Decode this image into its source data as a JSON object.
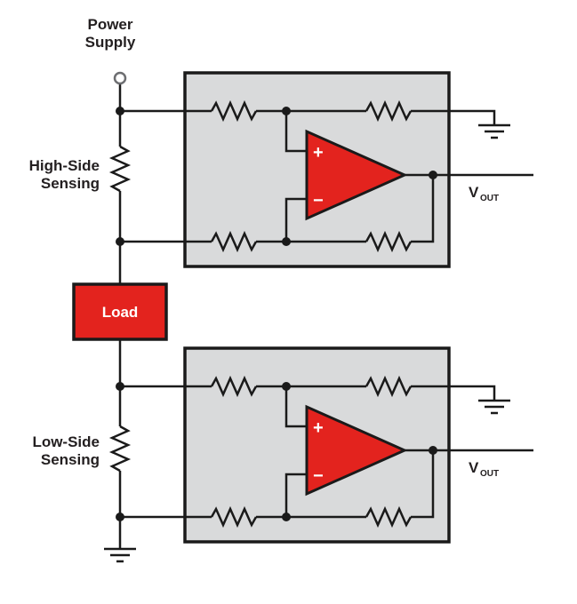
{
  "labels": {
    "power_supply": [
      "Power",
      "Supply"
    ],
    "high_side": [
      "High-Side",
      "Sensing"
    ],
    "low_side": [
      "Low-Side",
      "Sensing"
    ],
    "load": "Load"
  },
  "amplifier": {
    "plus": "+",
    "minus": "−",
    "vout_main": "V",
    "vout_sub": "OUT"
  },
  "colors": {
    "accent_red": "#E3231E",
    "block_fill": "#D9DADB",
    "wire": "#1A1A1A"
  }
}
